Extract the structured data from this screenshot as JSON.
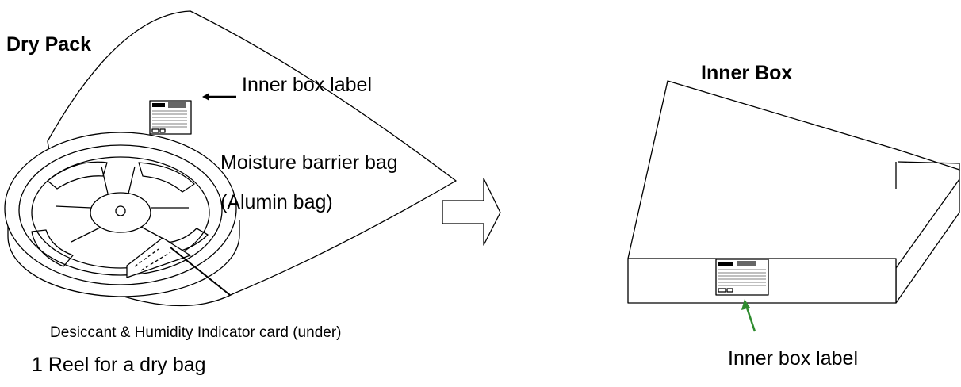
{
  "labels": {
    "dry_pack": "Dry Pack",
    "inner_box_label_left": "Inner box label",
    "moisture_barrier_bag": "Moisture barrier bag",
    "alumin_bag": "(Alumin bag)",
    "desiccant_card": "Desiccant & Humidity Indicator card (under)",
    "reel_note": "1 Reel for a dry bag",
    "inner_box": "Inner Box",
    "inner_box_label_right": "Inner box label"
  },
  "colors": {
    "line": "#000000",
    "label_arrow_right": "#2e8b2e"
  }
}
